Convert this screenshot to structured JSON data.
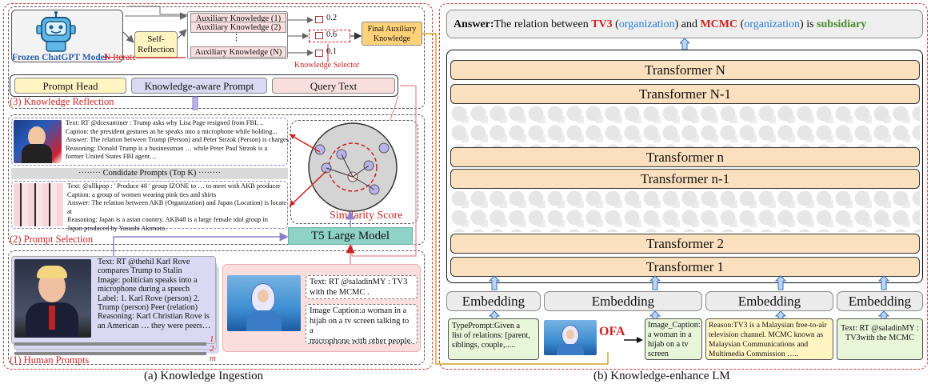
{
  "left": {
    "frozen_label": "Frozen ChatGPT Model",
    "n_iterate": "N Iterate",
    "self_reflection": "Self-\nReflection",
    "aux_items": [
      "Auxiliary Knowledge (1)",
      "Auxiliary Knowledge (2)",
      "⋮",
      "Auxiliary Knowledge (N)"
    ],
    "scores": [
      "0.2",
      "0.6",
      "0.1"
    ],
    "knowledge_selector": "Knowledge Selector",
    "final_aux": "Final Auxiliary\nKnowledge",
    "prompt_head": "Prompt Head",
    "knowledge_aware_prompt": "Knowledge-aware Prompt",
    "query_text": "Query Text",
    "section3": "(3) Knowledge Reflection",
    "candidate1": {
      "text": "Text: RT @dcexaminer : Trump asks why Lisa Page resigned from FBI, ..",
      "caption": "Caption: the president gestures as he speaks into a microphone while holding...",
      "answer": "Answer: The relation between Trump (Person) and  Peter Strzok (Person) is  charges",
      "reasoning": "Reasoning: Donald Trump is a businessman … while Peter Paul Strzok is a\nformer United States FBI agent…"
    },
    "candidate_divider": "········ Condidate Prompts (Top K) ········",
    "candidate2": {
      "text": "Text: @allkpop : ' Produce 48 ' group IZONE to … to meet with AKB producer",
      "caption": "Caption: a group of women wearing pink ties and shirts",
      "answer": "Answer: The relation between AKB (Organization) and  Japan (Location) is  locate at",
      "reasoning": "Reasoning: Japan is a asian country.  AKB48 is a large female idol group in\nJapan produced by Yasushi Akimoto."
    },
    "similarity_score": "Similarity Score",
    "t5": "T5 Large Model",
    "section2": "(2) Prompt Selection",
    "human": {
      "text": "Text: RT @thehil Karl Rove\ncompares Trump to Stalin",
      "image": "Image: politician speaks into a\nmicrophone during a speech",
      "label": "Label: 1. Karl Rove (person) 2.\nTrump (person) Peer (relation)",
      "reasoning": "Reasoning: Karl Christian Rove is\nan American … they were peers…"
    },
    "idx1": "1",
    "idx2": "2",
    "idxm": "m",
    "query_text_box": "Text: RT @saladinMY : TV3\nwith the MCMC .",
    "query_caption_box": "Image  Caption:a woman in a\nhijab on a tv screen talking to a\nmicrophone with other people.",
    "section1": "(1) Human Prompts",
    "caption_a": "(a) Knowledge Ingestion"
  },
  "right": {
    "answer_prefix": "Answer:",
    "answer_part1": "The relation between ",
    "tv3": "TV3",
    "org": "organization",
    "and": " and ",
    "mcmc": "MCMC",
    "is": " is ",
    "subsidiary": "subsidiary",
    "transformers": [
      "Transformer N",
      "Transformer N-1",
      "Transformer n",
      "Transformer n-1",
      "Transformer 2",
      "Transformer 1"
    ],
    "embedding": "Embedding",
    "type_prompt": "TypePrompt:Given a\nlist of relations: [parent,\nsiblings, couple,.....",
    "ofa": "OFA",
    "image_caption": "Image_Caption:\na woman in a\nhijab on a tv\nscreen talking…",
    "reason": "Reason:TV3 is a Malaysian free-to-air\ntelevision channel. MCMC known as\nMalaysian Communications and\nMultimedia Commission …..",
    "text_box": "Text: RT @saladinMY :\nTV3with the MCMC",
    "caption_b": "(b) Knowledge-enhance LM"
  },
  "colors": {
    "red": "#c22222",
    "blue": "#2a7fd1",
    "green": "#4a8a2a",
    "orange": "#fbe0bf",
    "purple": "#dad8f2",
    "pink": "#f9dede",
    "yellow": "#fff4c2",
    "lightgreen": "#e7f5d9",
    "teal": "#8fd3c8"
  }
}
